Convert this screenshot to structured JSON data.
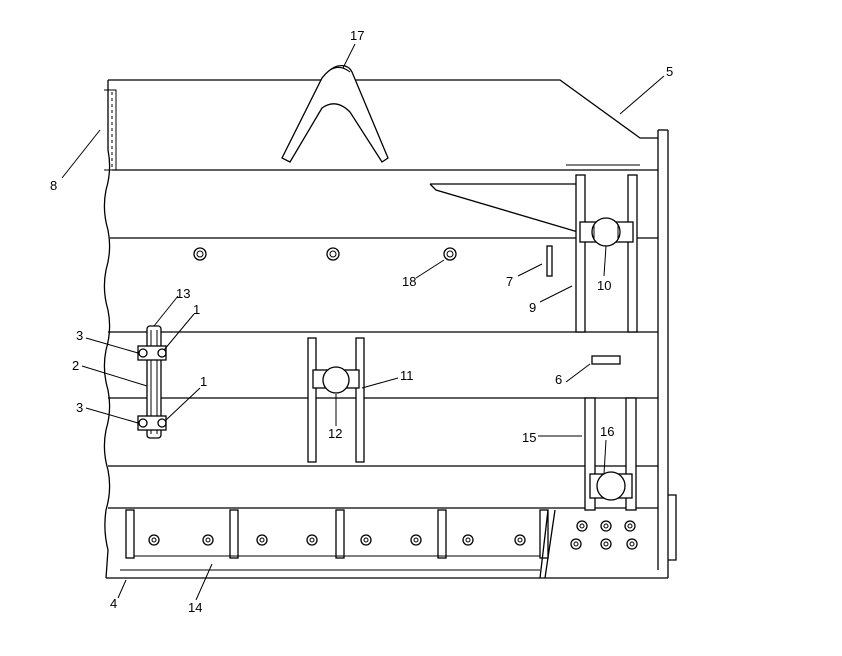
{
  "diagram": {
    "callouts": [
      {
        "id": "c17a",
        "text": "17"
      },
      {
        "id": "c5",
        "text": "5"
      },
      {
        "id": "c8",
        "text": "8"
      },
      {
        "id": "c18",
        "text": "18"
      },
      {
        "id": "c7",
        "text": "7"
      },
      {
        "id": "c10",
        "text": "10"
      },
      {
        "id": "c9",
        "text": "9"
      },
      {
        "id": "c13",
        "text": "13"
      },
      {
        "id": "c1a",
        "text": "1"
      },
      {
        "id": "c3a",
        "text": "3"
      },
      {
        "id": "c2",
        "text": "2"
      },
      {
        "id": "c1b",
        "text": "1"
      },
      {
        "id": "c3b",
        "text": "3"
      },
      {
        "id": "c11",
        "text": "11"
      },
      {
        "id": "c12",
        "text": "12"
      },
      {
        "id": "c6",
        "text": "6"
      },
      {
        "id": "c15",
        "text": "15"
      },
      {
        "id": "c16",
        "text": "16"
      },
      {
        "id": "c4",
        "text": "4"
      },
      {
        "id": "c14",
        "text": "14"
      }
    ]
  }
}
